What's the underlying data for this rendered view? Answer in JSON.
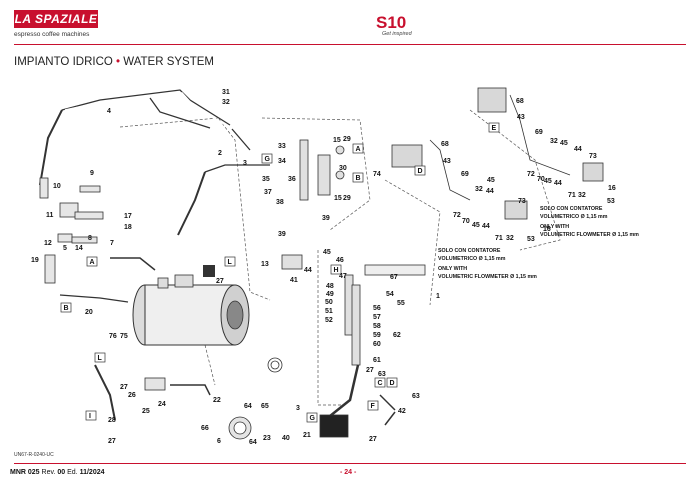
{
  "header": {
    "logo_text": "LA SPAZIALE",
    "tagline": "espresso coffee machines",
    "model": "S10",
    "model_sub": "Get inspired"
  },
  "title": {
    "part1": "IMPIANTO IDRICO",
    "separator": "•",
    "part2": "WATER SYSTEM"
  },
  "colors": {
    "brand": "#c8102e"
  },
  "part_labels": [
    "1",
    "2",
    "3",
    "4",
    "5",
    "6",
    "7",
    "8",
    "9",
    "10",
    "11",
    "12",
    "13",
    "14",
    "15",
    "16",
    "17",
    "18",
    "19",
    "20",
    "21",
    "22",
    "23",
    "24",
    "25",
    "26",
    "27",
    "28",
    "29",
    "30",
    "31",
    "32",
    "33",
    "34",
    "35",
    "36",
    "37",
    "38",
    "39",
    "40",
    "41",
    "42",
    "43",
    "44",
    "45",
    "46",
    "47",
    "48",
    "49",
    "50",
    "51",
    "52",
    "53",
    "54",
    "55",
    "56",
    "57",
    "58",
    "59",
    "60",
    "61",
    "62",
    "63",
    "64",
    "65",
    "66",
    "67",
    "68",
    "69",
    "70",
    "71",
    "72",
    "73",
    "74",
    "75",
    "76"
  ],
  "connector_letters": [
    "A",
    "B",
    "C",
    "D",
    "E",
    "F",
    "G",
    "H",
    "I",
    "L"
  ],
  "notes": {
    "right": [
      "SOLO CON CONTATORE",
      "VOLUMETRICO Ø 1,15 mm",
      "ONLY WITH",
      "VOLUMETRIC FLOWMETER Ø 1,15 mm"
    ],
    "center": [
      "SOLO CON CONTATORE",
      "VOLUMETRICO Ø 1,15 mm",
      "ONLY WITH",
      "VOLUMETRIC FLOWMETER Ø 1,15 mm"
    ]
  },
  "doc_ref": "UN67-R-0240-UC",
  "footer": {
    "code": "MNR 025",
    "rev_label": "Rev.",
    "rev": "00",
    "ed_label": "Ed.",
    "ed": "11/2024",
    "page": "- 24 -"
  }
}
